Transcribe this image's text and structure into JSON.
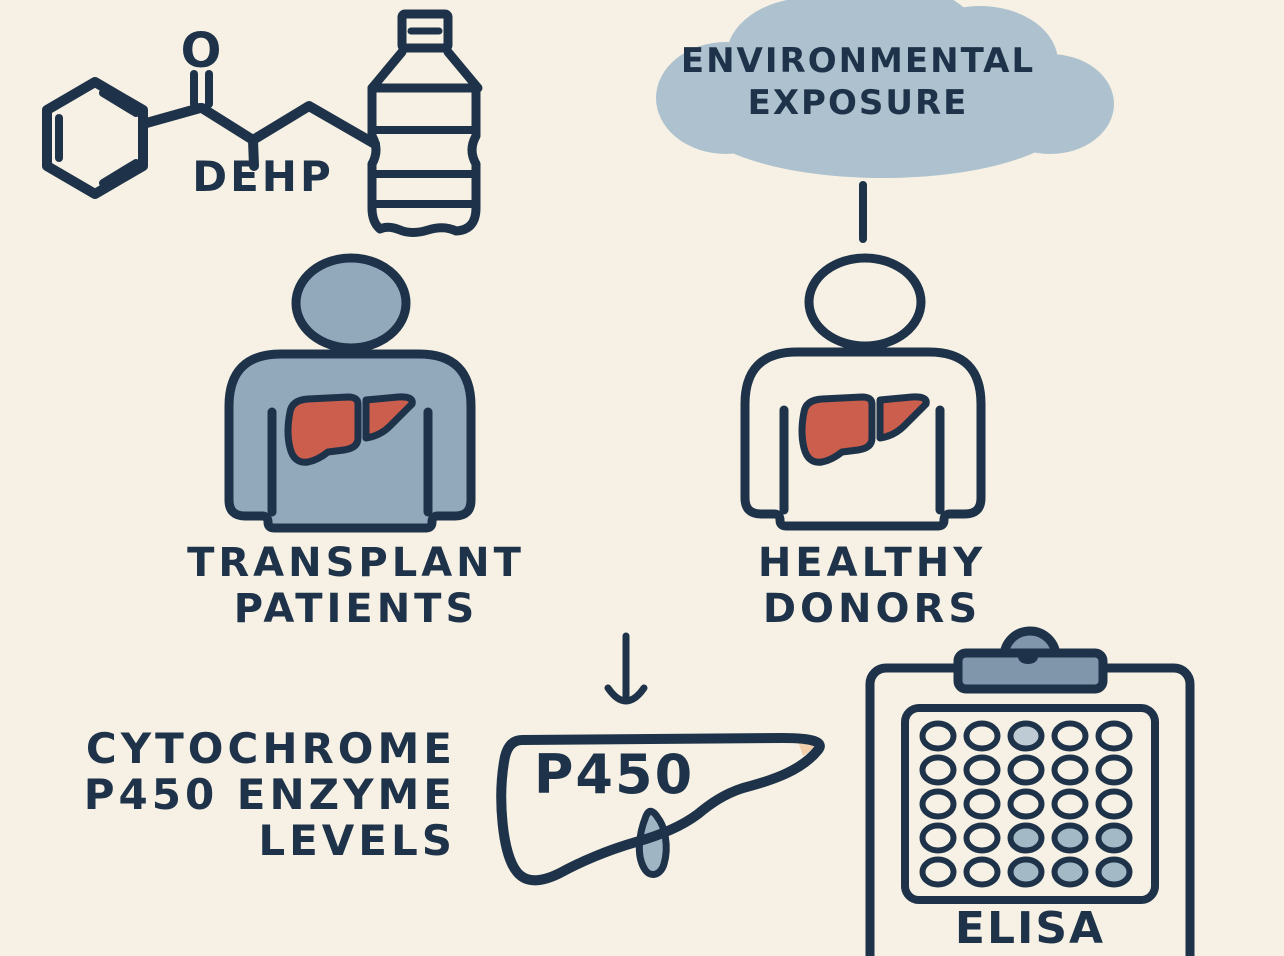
{
  "palette": {
    "background": "#f6f1e4",
    "ink": "#1e3349",
    "figure_blue": "#92a9bc",
    "cloud_blue": "#adc2ce",
    "clip_blue": "#8096ab",
    "liver_red": "#cb5e4d",
    "well_blue": "#a3b9c6",
    "well_blue_light": "#becbd4",
    "gallbladder_blue": "#a0b5c3",
    "peach": "#f4cfab"
  },
  "exposure_source": {
    "molecule_label": "DEHP",
    "carbonyl_o": "O",
    "molecule_icon": "benzene-carbonyl-chain-structure",
    "bottle_icon": "plastic-bottle"
  },
  "cloud": {
    "icon": "cloud",
    "lines": [
      "ENVIRONMENTAL",
      "EXPOSURE"
    ]
  },
  "groups": [
    {
      "id": "transplant",
      "figure_style": "filled-silhouette",
      "organ_icon": "liver",
      "label_lines": [
        "TRANSPLANT",
        "PATIENTS"
      ]
    },
    {
      "id": "donors",
      "figure_style": "outline-silhouette",
      "organ_icon": "liver",
      "label_lines": [
        "HEALTHY",
        "DONORS"
      ]
    }
  ],
  "outcome": {
    "arrow_icon": "down-arrow",
    "label_lines": [
      "CYTOCHROME",
      "P450 ENZYME",
      "LEVELS"
    ],
    "liver_icon": "liver-outline-with-gallbladder",
    "liver_label": "P450"
  },
  "assay": {
    "label": "ELISA",
    "clipboard_icon": "clipboard",
    "plate_icon": "elisa-microplate",
    "plate": {
      "rows": 5,
      "cols": 5,
      "fill_legend": {
        "0": "empty",
        "1": "blue",
        "2": "light-blue"
      },
      "filled": [
        [
          0,
          0,
          2,
          0,
          0
        ],
        [
          0,
          0,
          0,
          0,
          0
        ],
        [
          0,
          0,
          0,
          0,
          0
        ],
        [
          0,
          0,
          1,
          1,
          1
        ],
        [
          0,
          0,
          1,
          1,
          1
        ]
      ]
    }
  }
}
